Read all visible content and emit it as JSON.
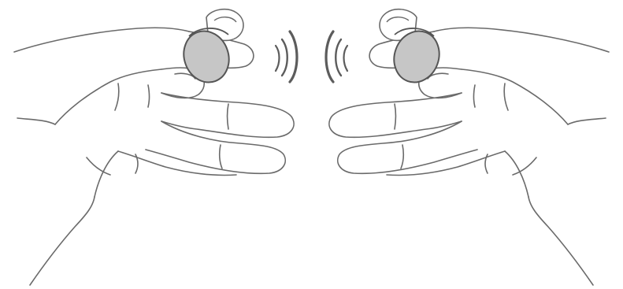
{
  "figure": {
    "description_labels": [],
    "colors": {
      "background": "#ffffff",
      "line": "#6a6a6a",
      "earbud_fill": "#c6c6c6",
      "earbud_stroke": "#555555",
      "tip_fill": "#ffffff",
      "signal_waves": "#5c5c5c"
    },
    "elements": {
      "left_hand": "left-hand-holding-earbud",
      "right_hand": "right-hand-holding-earbud",
      "left_earbud": "earbud",
      "right_earbud": "earbud",
      "left_signal": "outgoing-signal-waves",
      "right_signal": "outgoing-signal-waves"
    }
  }
}
